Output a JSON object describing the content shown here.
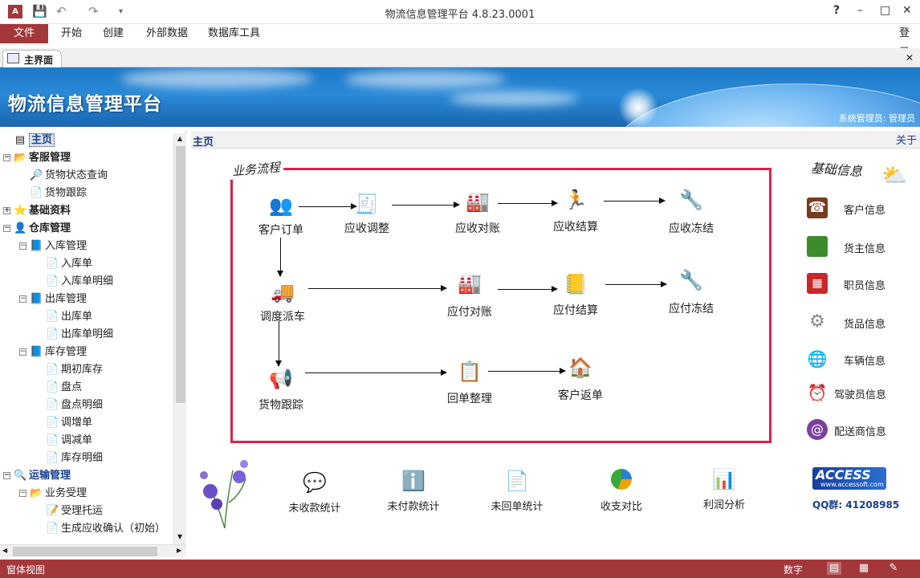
{
  "window": {
    "title": "物流信息管理平台 4.8.23.0001",
    "help": "?",
    "minimize": "–",
    "maximize": "□",
    "close": "✕",
    "signin": "登录"
  },
  "ribbon": {
    "file": "文件",
    "tabs": [
      "开始",
      "创建",
      "外部数据",
      "数据库工具"
    ]
  },
  "doc_tab": {
    "label": "主界面",
    "close": "✕"
  },
  "banner": {
    "title": "物流信息管理平台",
    "user": "系统管理员: 管理员"
  },
  "nav": [
    {
      "label": "主页",
      "level": 0,
      "bold": true,
      "selected": true
    },
    {
      "label": "客服管理",
      "level": 0,
      "bold": true
    },
    {
      "label": "货物状态查询",
      "level": 1
    },
    {
      "label": "货物跟踪",
      "level": 1
    },
    {
      "label": "基础资料",
      "level": 0,
      "bold": true
    },
    {
      "label": "仓库管理",
      "level": 0,
      "bold": true
    },
    {
      "label": "入库管理",
      "level": 1
    },
    {
      "label": "入库单",
      "level": 2
    },
    {
      "label": "入库单明细",
      "level": 2
    },
    {
      "label": "出库管理",
      "level": 1
    },
    {
      "label": "出库单",
      "level": 2
    },
    {
      "label": "出库单明细",
      "level": 2
    },
    {
      "label": "库存管理",
      "level": 1
    },
    {
      "label": "期初库存",
      "level": 2
    },
    {
      "label": "盘点",
      "level": 2
    },
    {
      "label": "盘点明细",
      "level": 2
    },
    {
      "label": "调增单",
      "level": 2
    },
    {
      "label": "调减单",
      "level": 2
    },
    {
      "label": "库存明细",
      "level": 2
    },
    {
      "label": "运输管理",
      "level": 0,
      "bold": true
    },
    {
      "label": "业务受理",
      "level": 1
    },
    {
      "label": "受理托运",
      "level": 2
    },
    {
      "label": "生成应收确认（初始）",
      "level": 2
    }
  ],
  "main": {
    "header": "主页",
    "about": "关于"
  },
  "flow": {
    "title": "业务流程",
    "nodes": {
      "customer_order": "客户订单",
      "ar_adjust": "应收调整",
      "ar_reconcile": "应收对账",
      "ar_settle": "应收结算",
      "ar_freeze": "应收冻结",
      "dispatch": "调度派车",
      "ap_reconcile": "应付对账",
      "ap_settle": "应付结算",
      "ap_freeze": "应付冻结",
      "tracking": "货物跟踪",
      "receipt": "回单整理",
      "return": "客户返单"
    }
  },
  "basic": {
    "title": "基础信息",
    "items": [
      "客户信息",
      "货主信息",
      "职员信息",
      "货品信息",
      "车辆信息",
      "驾驶员信息",
      "配送商信息"
    ]
  },
  "stats": [
    "未收款统计",
    "未付款统计",
    "未回单统计",
    "收支对比",
    "利润分析"
  ],
  "brand": {
    "logo": "ACCESS",
    "site": "www.accessoft.com",
    "qq": "QQ群: 41208985"
  },
  "status": {
    "left": "窗体视图",
    "num": "数字"
  },
  "colors": {
    "accent": "#a4373a",
    "flow_border": "#e0204a",
    "link": "#1a3f8c"
  }
}
